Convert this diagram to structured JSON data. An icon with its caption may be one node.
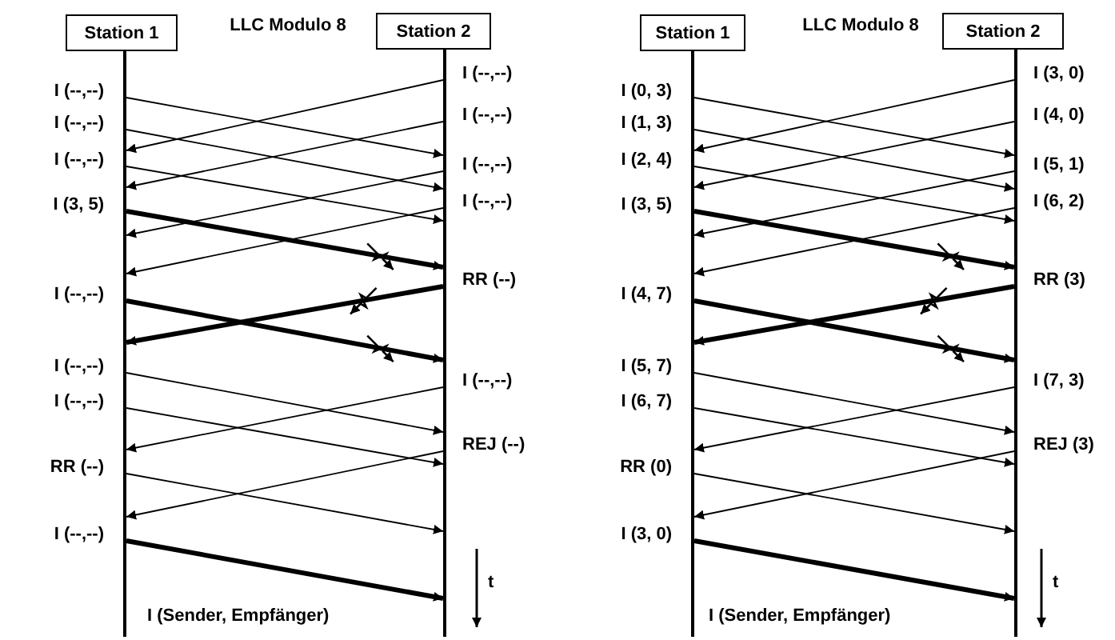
{
  "diagram": {
    "nodes": [
      {
        "text": [
          "Station 1"
        ]
      },
      {
        "text": [],
        "shape": "bar"
      },
      {
        "text": [
          "Station 2"
        ]
      },
      {
        "text": [],
        "shape": "bar"
      },
      {
        "text": [
          "Station 1"
        ]
      },
      {
        "text": [],
        "shape": "bar"
      },
      {
        "text": [
          "Station 2"
        ]
      },
      {
        "text": [],
        "shape": "bar"
      }
    ],
    "edges": [
      {
        "from": 3,
        "to": 1,
        "arrow": "to",
        "label": "I (--,--)"
      },
      {
        "from": 1,
        "to": 3,
        "arrow": "to",
        "label": "I (--,--)"
      },
      {
        "from": 3,
        "to": 1,
        "arrow": "to",
        "label": "I (--,--)"
      },
      {
        "from": 1,
        "to": 3,
        "arrow": "to",
        "label": "I (--,--)"
      },
      {
        "from": 1,
        "to": 3,
        "arrow": "to",
        "label": "I (--,--)"
      },
      {
        "from": 3,
        "to": 1,
        "arrow": "to",
        "label": "I (--,--)"
      },
      {
        "from": 3,
        "to": 1,
        "arrow": "to",
        "label": "I (--,--)"
      },
      {
        "from": 1,
        "to": 3,
        "arrow": "to",
        "label": "I (3, 5)",
        "style": "thick"
      },
      {
        "from": 3,
        "to": 1,
        "arrow": "to",
        "label": "RR (--)",
        "style": "thick"
      },
      {
        "from": 1,
        "to": 3,
        "arrow": "to",
        "label": "I (--,--)",
        "style": "thick"
      },
      {
        "from": 1,
        "to": 3,
        "arrow": "to",
        "label": "I (--,--)"
      },
      {
        "from": 3,
        "to": 1,
        "arrow": "to",
        "label": "I (--,--)"
      },
      {
        "from": 1,
        "to": 3,
        "arrow": "to",
        "label": "I (--,--)"
      },
      {
        "from": 3,
        "to": 1,
        "arrow": "to",
        "label": "REJ (--)"
      },
      {
        "from": 1,
        "to": 3,
        "arrow": "to",
        "label": "RR (--)"
      },
      {
        "from": 1,
        "to": 3,
        "arrow": "to",
        "label": "I (--,--)",
        "style": "thick"
      },
      {
        "from": 7,
        "to": 5,
        "arrow": "to",
        "label": "I (3, 0)"
      },
      {
        "from": 5,
        "to": 7,
        "arrow": "to",
        "label": "I (0, 3)"
      },
      {
        "from": 7,
        "to": 5,
        "arrow": "to",
        "label": "I (4, 0)"
      },
      {
        "from": 5,
        "to": 7,
        "arrow": "to",
        "label": "I (1, 3)"
      },
      {
        "from": 5,
        "to": 7,
        "arrow": "to",
        "label": "I (2, 4)"
      },
      {
        "from": 7,
        "to": 5,
        "arrow": "to",
        "label": "I (5, 1)"
      },
      {
        "from": 7,
        "to": 5,
        "arrow": "to",
        "label": "I (6, 2)"
      },
      {
        "from": 5,
        "to": 7,
        "arrow": "to",
        "label": "I (3, 5)",
        "style": "thick"
      },
      {
        "from": 7,
        "to": 5,
        "arrow": "to",
        "label": "RR (3)",
        "style": "thick"
      },
      {
        "from": 5,
        "to": 7,
        "arrow": "to",
        "label": "I (4, 7)",
        "style": "thick"
      },
      {
        "from": 5,
        "to": 7,
        "arrow": "to",
        "label": "I (5, 7)"
      },
      {
        "from": 7,
        "to": 5,
        "arrow": "to",
        "label": "I (7, 3)"
      },
      {
        "from": 5,
        "to": 7,
        "arrow": "to",
        "label": "I (6, 7)"
      },
      {
        "from": 7,
        "to": 5,
        "arrow": "to",
        "label": "REJ (3)"
      },
      {
        "from": 5,
        "to": 7,
        "arrow": "to",
        "label": "RR (0)"
      },
      {
        "from": 5,
        "to": 7,
        "arrow": "to",
        "label": "I (3, 0)",
        "style": "thick"
      }
    ],
    "labels": [
      "LLC Modulo 8",
      "t",
      "I (Sender, Empfänger)",
      "LLC Modulo 8",
      "t",
      "I (Sender, Empfänger)"
    ]
  }
}
